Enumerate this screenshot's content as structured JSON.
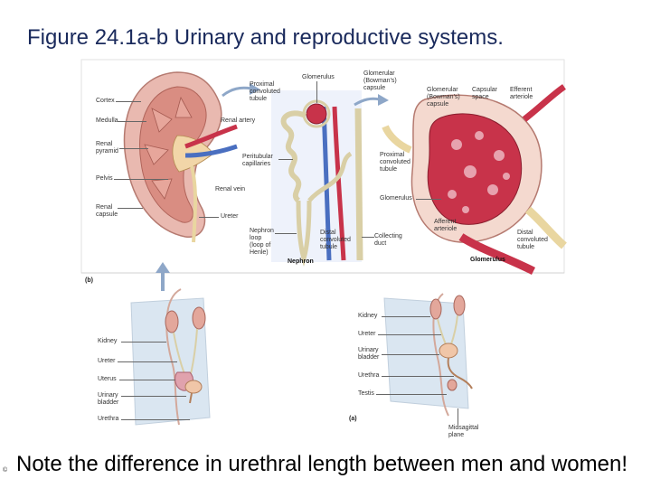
{
  "title": "Figure 24.1a-b  Urinary and reproductive systems.",
  "note": "Note the difference in urethral length between men and women!",
  "copyright_glyph": "©",
  "part_labels": {
    "a": "(a)",
    "b": "(b)"
  },
  "kidney_labels": {
    "cortex": "Cortex",
    "medulla": "Medulla",
    "renal_pyramid": "Renal\npyramid",
    "pelvis": "Pelvis",
    "renal_capsule": "Renal\ncapsule",
    "renal_artery": "Renal artery",
    "renal_vein": "Renal vein",
    "ureter": "Ureter"
  },
  "nephron_labels": {
    "proximal_tubule": "Proximal\nconvoluted\ntubule",
    "glomerulus": "Glomerulus",
    "glomerular_capsule": "Glomerular\n(Bowman's)\ncapsule",
    "peritubular_capillaries": "Peritubular\ncapillaries",
    "nephron_loop": "Nephron\nloop\n(loop of\nHenle)",
    "distal_tubule": "Distal\nconvoluted\ntubule",
    "collecting_duct": "Collecting\nduct",
    "nephron": "Nephron"
  },
  "glomerulus_detail_labels": {
    "glomerular_capsule": "Glomerular\n(Bowman's)\ncapsule",
    "capsular_space": "Capsular\nspace",
    "efferent_arteriole": "Efferent\narteriole",
    "proximal_tubule": "Proximal\nconvoluted\ntubule",
    "glomerulus": "Glomerulus",
    "afferent_arteriole": "Afferent\narteriole",
    "distal_tubule": "Distal\nconvoluted\ntubule",
    "glomerulus_caption": "Glomerulus"
  },
  "female_labels": {
    "kidney": "Kidney",
    "ureter": "Ureter",
    "uterus": "Uterus",
    "urinary_bladder": "Urinary\nbladder",
    "urethra": "Urethra"
  },
  "male_labels": {
    "kidney": "Kidney",
    "ureter": "Ureter",
    "urinary_bladder": "Urinary\nbladder",
    "urethra": "Urethra",
    "testis": "Testis",
    "midsagittal_plane": "Midsagittal\nplane"
  },
  "colors": {
    "title": "#1a2a5c",
    "kidney_tissue": "#e9b9b0",
    "artery": "#c8334a",
    "vein": "#4a6fc0",
    "tubule": "#d9cfa6",
    "plane": "#bcd3e6",
    "arrow": "#8ea7c8"
  }
}
